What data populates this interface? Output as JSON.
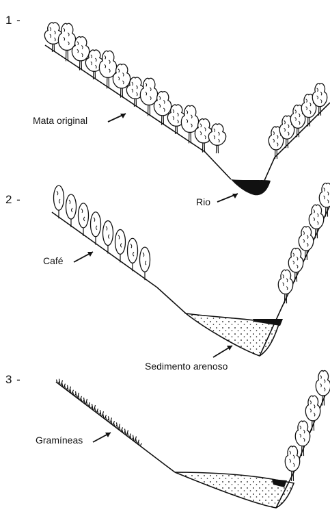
{
  "panels": [
    {
      "number": "1 -",
      "labels": {
        "forest": "Mata original",
        "river": "Rio"
      }
    },
    {
      "number": "2 -",
      "labels": {
        "crop": "Café",
        "sediment": "Sedimento arenoso"
      }
    },
    {
      "number": "3 -",
      "labels": {
        "grass": "Gramíneas"
      }
    }
  ],
  "colors": {
    "ink": "#111111",
    "background": "#ffffff"
  }
}
